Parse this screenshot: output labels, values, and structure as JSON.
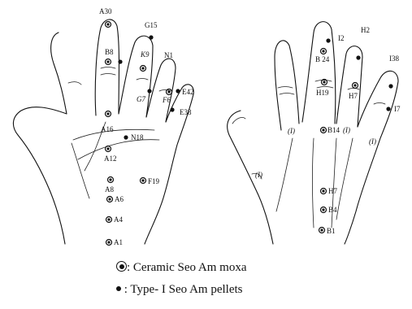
{
  "left_hand": {
    "labels": [
      "A30",
      "G15",
      "B8",
      "K9",
      "N1",
      "G7",
      "E42",
      "F6",
      "E38",
      "A16",
      "N18",
      "A12",
      "F19",
      "A8",
      "A6",
      "A4",
      "A1"
    ]
  },
  "right_hand": {
    "labels": [
      "I2",
      "H2",
      "B 24",
      "I38",
      "H19",
      "H7",
      "I7",
      "(I)",
      "B14",
      "(I)",
      "(I)",
      "(I)",
      "H7",
      "B4",
      "B1"
    ]
  },
  "legend": {
    "ceramic_symbol": "◉",
    "ceramic_text": ": Ceramic Seo Am moxa",
    "pellet_symbol": "●",
    "pellet_text": " : Type- I Seo Am pellets"
  }
}
